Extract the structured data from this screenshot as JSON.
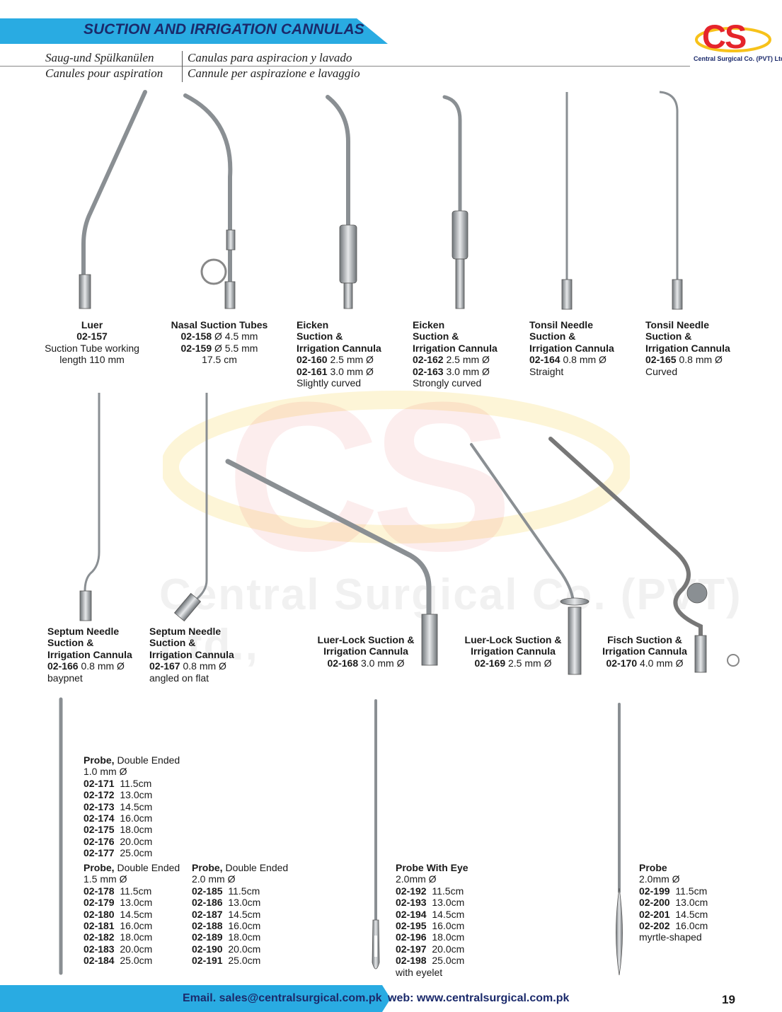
{
  "header": {
    "title": "SUCTION AND IRRIGATION CANNULAS",
    "subtitle_de": "Saug-und Spülkanülen",
    "subtitle_es": "Canulas para aspiracion y lavado",
    "subtitle_fr": "Canules pour aspiration",
    "subtitle_it": "Cannule per aspirazione e lavaggio"
  },
  "logo": {
    "text": "CS",
    "company": "Central Surgical Co. (PVT) Ltd.,"
  },
  "watermark": {
    "big": "CS",
    "text": "Central Surgical Co. (PVT) Ltd.,"
  },
  "products_row1": [
    {
      "name": "Luer",
      "code": "02-157",
      "desc1": "Suction Tube working",
      "desc2": "length 110 mm"
    },
    {
      "name": "Nasal Suction Tubes",
      "code1": "02-158",
      "size1": "Ø 4.5 mm",
      "code2": "02-159",
      "size2": "Ø 5.5 mm",
      "length": "17.5 cm"
    },
    {
      "name1": "Eicken",
      "name2": "Suction &",
      "name3": "Irrigation Cannula",
      "code1": "02-160",
      "size1": "2.5 mm Ø",
      "code2": "02-161",
      "size2": "3.0 mm Ø",
      "note": "Slightly curved"
    },
    {
      "name1": "Eicken",
      "name2": "Suction &",
      "name3": "Irrigation Cannula",
      "code1": "02-162",
      "size1": "2.5 mm Ø",
      "code2": "02-163",
      "size2": "3.0 mm Ø",
      "note": "Strongly curved"
    },
    {
      "name1": "Tonsil Needle",
      "name2": "Suction &",
      "name3": "Irrigation Cannula",
      "code": "02-164",
      "size": "0.8 mm Ø",
      "note": "Straight"
    },
    {
      "name1": "Tonsil Needle",
      "name2": "Suction &",
      "name3": "Irrigation Cannula",
      "code": "02-165",
      "size": "0.8 mm Ø",
      "note": "Curved"
    }
  ],
  "products_row2": [
    {
      "name1": "Septum Needle",
      "name2": "Suction &",
      "name3": "Irrigation Cannula",
      "code": "02-166",
      "size": "0.8 mm Ø",
      "note": "baypnet"
    },
    {
      "name1": "Septum Needle",
      "name2": "Suction &",
      "name3": "Irrigation Cannula",
      "code": "02-167",
      "size": "0.8 mm Ø",
      "note": "angled on flat"
    },
    {
      "name1": "Luer-Lock Suction &",
      "name2": "Irrigation Cannula",
      "code": "02-168",
      "size": "3.0 mm Ø"
    },
    {
      "name1": "Luer-Lock Suction &",
      "name2": "Irrigation Cannula",
      "code": "02-169",
      "size": "2.5 mm Ø"
    },
    {
      "name1": "Fisch Suction &",
      "name2": "Irrigation Cannula",
      "code": "02-170",
      "size": "4.0 mm Ø"
    }
  ],
  "probes": [
    {
      "title": "Probe,",
      "title_rest": "Double Ended",
      "diameter": "1.0 mm Ø",
      "items": [
        {
          "code": "02-171",
          "len": "11.5cm"
        },
        {
          "code": "02-172",
          "len": "13.0cm"
        },
        {
          "code": "02-173",
          "len": "14.5cm"
        },
        {
          "code": "02-174",
          "len": "16.0cm"
        },
        {
          "code": "02-175",
          "len": "18.0cm"
        },
        {
          "code": "02-176",
          "len": "20.0cm"
        },
        {
          "code": "02-177",
          "len": "25.0cm"
        }
      ]
    },
    {
      "title": "Probe,",
      "title_rest": "Double Ended",
      "diameter": "1.5 mm Ø",
      "items": [
        {
          "code": "02-178",
          "len": "11.5cm"
        },
        {
          "code": "02-179",
          "len": "13.0cm"
        },
        {
          "code": "02-180",
          "len": "14.5cm"
        },
        {
          "code": "02-181",
          "len": "16.0cm"
        },
        {
          "code": "02-182",
          "len": "18.0cm"
        },
        {
          "code": "02-183",
          "len": "20.0cm"
        },
        {
          "code": "02-184",
          "len": "25.0cm"
        }
      ]
    },
    {
      "title": "Probe,",
      "title_rest": "Double Ended",
      "diameter": "2.0 mm Ø",
      "items": [
        {
          "code": "02-185",
          "len": "11.5cm"
        },
        {
          "code": "02-186",
          "len": "13.0cm"
        },
        {
          "code": "02-187",
          "len": "14.5cm"
        },
        {
          "code": "02-188",
          "len": "16.0cm"
        },
        {
          "code": "02-189",
          "len": "18.0cm"
        },
        {
          "code": "02-190",
          "len": "20.0cm"
        },
        {
          "code": "02-191",
          "len": "25.0cm"
        }
      ]
    },
    {
      "title": "Probe With Eye",
      "diameter": "2.0mm Ø",
      "items": [
        {
          "code": "02-192",
          "len": "11.5cm"
        },
        {
          "code": "02-193",
          "len": "13.0cm"
        },
        {
          "code": "02-194",
          "len": "14.5cm"
        },
        {
          "code": "02-195",
          "len": "16.0cm"
        },
        {
          "code": "02-196",
          "len": "18.0cm"
        },
        {
          "code": "02-197",
          "len": "20.0cm"
        },
        {
          "code": "02-198",
          "len": "25.0cm"
        }
      ],
      "note": "with eyelet"
    },
    {
      "title": "Probe",
      "diameter": "2.0mm Ø",
      "items": [
        {
          "code": "02-199",
          "len": "11.5cm"
        },
        {
          "code": "02-200",
          "len": "13.0cm"
        },
        {
          "code": "02-201",
          "len": "14.5cm"
        },
        {
          "code": "02-202",
          "len": "16.0cm"
        }
      ],
      "note": "myrtle-shaped"
    }
  ],
  "footer": {
    "email": "Email. sales@centralsurgical.com.pk",
    "web": "web: www.centralsurgical.com.pk",
    "page": "19"
  },
  "colors": {
    "accent_blue": "#29abe2",
    "brand_red": "#e5242b",
    "navy": "#1b2a6b"
  }
}
